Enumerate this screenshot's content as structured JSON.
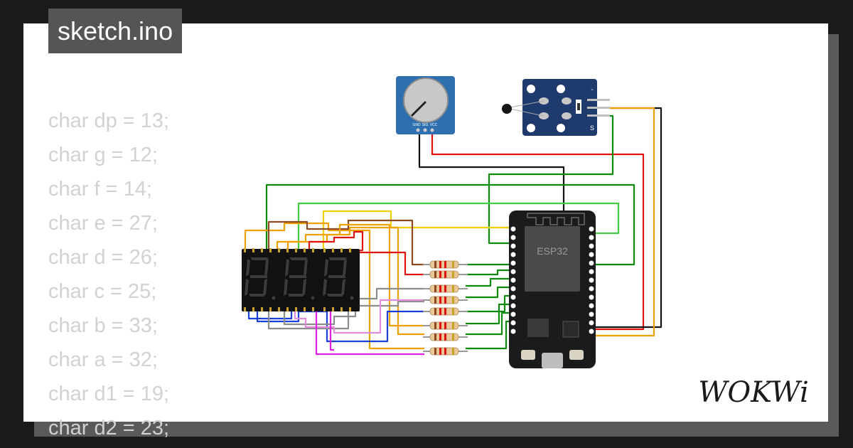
{
  "header": {
    "file_name": "sketch.ino"
  },
  "code_lines": [
    "char dp = 13;",
    "char g = 12;",
    "char f = 14;",
    "char e = 27;",
    "char d = 26;",
    "char c = 25;",
    "char b = 33;",
    "char a = 32;",
    "char d1 = 19;",
    "char d2 = 23;"
  ],
  "board": {
    "label": "ESP32"
  },
  "potentiometer": {
    "pin_labels": [
      "GND",
      "SIG",
      "VCC"
    ]
  },
  "sensor": {
    "side_mark": "S",
    "minus_mark": "-"
  },
  "logo_text": "WOKWi",
  "colors": {
    "background": "#1a1a1a",
    "card": "#ffffff",
    "title_bg": "#555555",
    "code_text": "#d2d2d2",
    "board": "#1b1b1b",
    "sensor_board": "#1f3b6e",
    "pot_board": "#2e6fb0"
  }
}
